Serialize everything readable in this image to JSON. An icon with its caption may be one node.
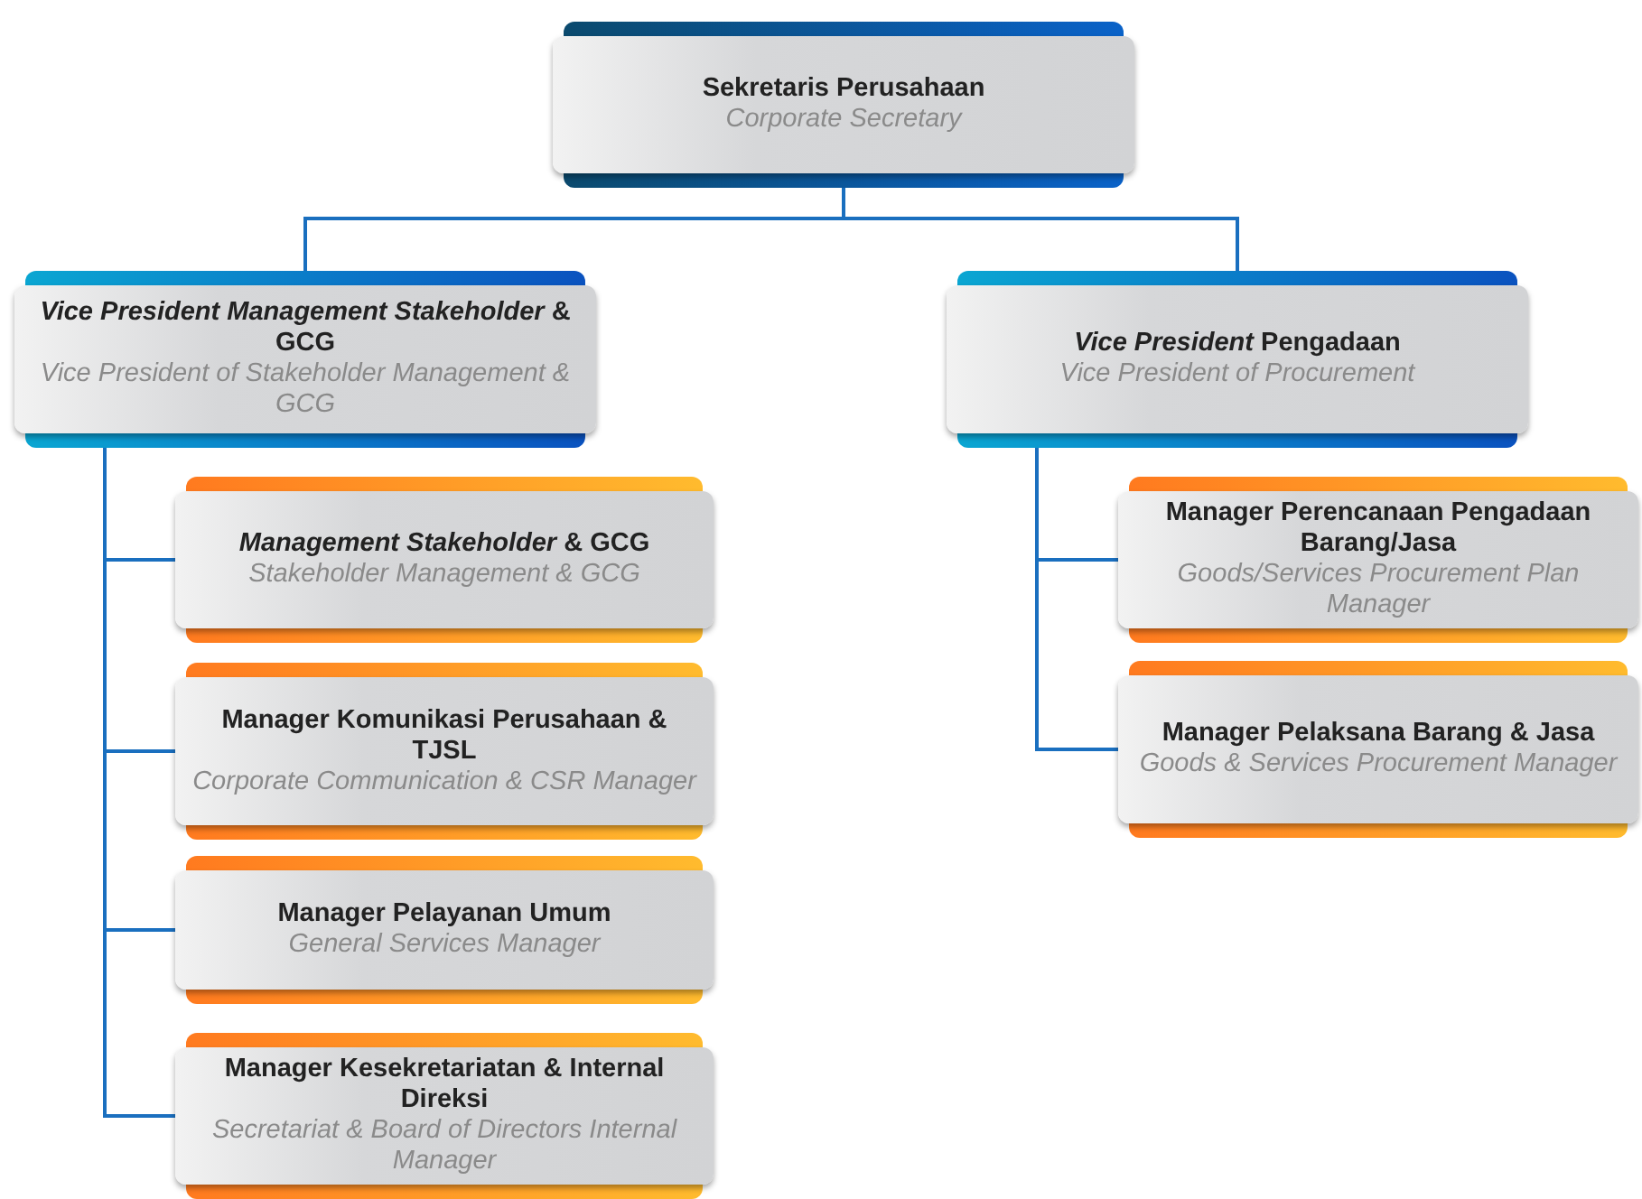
{
  "diagram": {
    "nodes": [
      {
        "text": [
          "Sekretaris Perusahaan",
          "Corporate Secretary"
        ]
      },
      {
        "text": [
          "*Vice President Management Stakeholder* & GCG",
          "Vice President of Stakeholder Management & GCG"
        ]
      },
      {
        "text": [
          "*Vice President* Pengadaan",
          "Vice President of Procurement"
        ]
      },
      {
        "text": [
          "*Management Stakeholder* & GCG",
          "Stakeholder Management & GCG"
        ]
      },
      {
        "text": [
          "Manager Komunikasi Perusahaan & TJSL",
          "Corporate Communication & CSR Manager"
        ]
      },
      {
        "text": [
          "Manager Pelayanan Umum",
          "General Services Manager"
        ]
      },
      {
        "text": [
          "Manager Kesekretariatan & Internal Direksi",
          "Secretariat & Board of Directors Internal Manager"
        ]
      },
      {
        "text": [
          "Manager Perencanaan Pengadaan Barang/Jasa",
          "Goods/Services Procurement Plan Manager"
        ]
      },
      {
        "text": [
          "Manager Pelaksana Barang & Jasa",
          "Goods & Services Procurement Manager"
        ]
      }
    ],
    "edges": [
      {
        "from": 0,
        "to": 1,
        "arrow": "none"
      },
      {
        "from": 0,
        "to": 2,
        "arrow": "none"
      },
      {
        "from": 1,
        "to": 3,
        "arrow": "none"
      },
      {
        "from": 1,
        "to": 4,
        "arrow": "none"
      },
      {
        "from": 1,
        "to": 5,
        "arrow": "none"
      },
      {
        "from": 1,
        "to": 6,
        "arrow": "none"
      },
      {
        "from": 2,
        "to": 7,
        "arrow": "none"
      },
      {
        "from": 2,
        "to": 8,
        "arrow": "none"
      }
    ]
  }
}
